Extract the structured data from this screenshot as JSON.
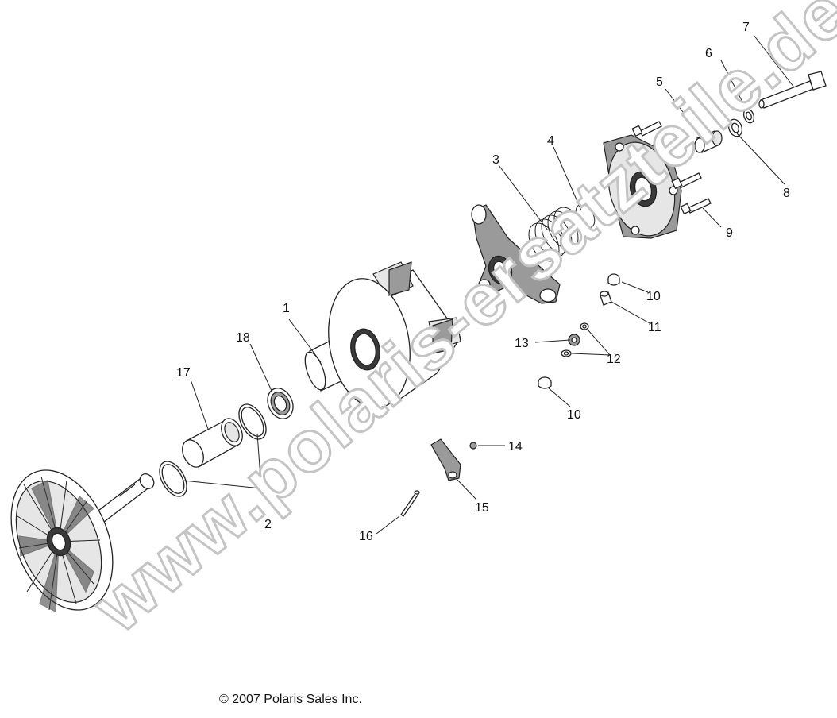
{
  "callouts": [
    {
      "id": "p1",
      "label": "1"
    },
    {
      "id": "p2",
      "label": "2"
    },
    {
      "id": "p3",
      "label": "3"
    },
    {
      "id": "p4",
      "label": "4"
    },
    {
      "id": "p5",
      "label": "5"
    },
    {
      "id": "p6",
      "label": "6"
    },
    {
      "id": "p7",
      "label": "7"
    },
    {
      "id": "p8",
      "label": "8"
    },
    {
      "id": "p9",
      "label": "9"
    },
    {
      "id": "p10a",
      "label": "10"
    },
    {
      "id": "p10b",
      "label": "10"
    },
    {
      "id": "p11",
      "label": "11"
    },
    {
      "id": "p12",
      "label": "12"
    },
    {
      "id": "p13",
      "label": "13"
    },
    {
      "id": "p14",
      "label": "14"
    },
    {
      "id": "p15",
      "label": "15"
    },
    {
      "id": "p16",
      "label": "16"
    },
    {
      "id": "p17",
      "label": "17"
    },
    {
      "id": "p18",
      "label": "18"
    }
  ],
  "watermark": "www.polaris-ersatzteile.de",
  "copyright": "© 2007 Polaris Sales Inc."
}
